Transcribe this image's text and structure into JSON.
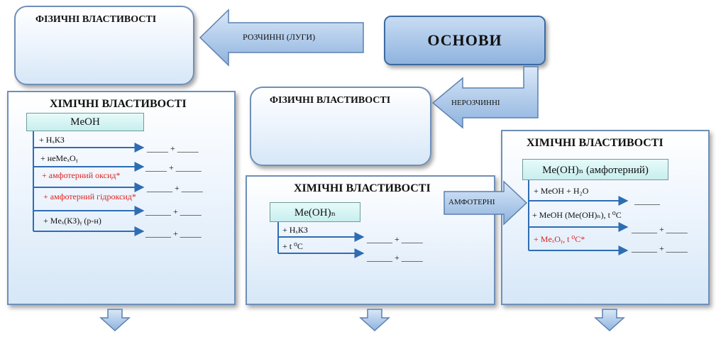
{
  "top_left": {
    "title": "ФІЗИЧНІ ВЛАСТИВОСТІ"
  },
  "arrow_soluble": {
    "label": "РОЗЧИННІ (ЛУГИ)"
  },
  "main": {
    "title": "ОСНОВИ"
  },
  "arrow_insoluble": {
    "label": "НЕРОЗЧИННІ"
  },
  "middle_physical": {
    "title": "ФІЗИЧНІ ВЛАСТИВОСТІ"
  },
  "arrow_amphoteric": {
    "label": "АМФОТЕРНІ"
  },
  "left_chem": {
    "title": "ХІМІЧНІ ВЛАСТИВОСТІ",
    "formula": "MeOH",
    "items": [
      {
        "text": "+ HₓКЗ",
        "color": "#111111"
      },
      {
        "text": "+ неMeₓOᵧ",
        "color": "#111111"
      },
      {
        "text": "+ амфотерний оксид*",
        "color": "#e0201c"
      },
      {
        "text": "+ амфотерний гідроксид*",
        "color": "#e0201c"
      },
      {
        "text": "+ Meₓ(КЗ)ᵧ (р-н)",
        "color": "#111111"
      }
    ],
    "blanks": [
      "_____ + _____",
      "_____ + ______",
      "______ + _____",
      "______ + _____",
      "______ + _____"
    ]
  },
  "middle_chem": {
    "title": "ХІМІЧНІ ВЛАСТИВОСТІ",
    "formula": "Me(OH)ₙ",
    "items": [
      {
        "text": "+ HₓКЗ",
        "color": "#111111"
      },
      {
        "text": "+ t ⁰C",
        "color": "#111111"
      }
    ],
    "blanks": [
      "______ + _____",
      "______ + _____"
    ]
  },
  "right_chem": {
    "title": "ХІМІЧНІ ВЛАСТИВОСТІ",
    "formula": "Me(OH)ₙ (амфотерний)",
    "items": [
      {
        "text": "+ MeOH + H₂O",
        "color": "#111111"
      },
      {
        "text": "+ MeOH (Me(OH)ₙ), t ⁰C",
        "color": "#111111"
      },
      {
        "text": "+ MeₓOᵧ, t ⁰C*",
        "color": "#e0201c"
      }
    ],
    "blanks": [
      "______",
      "______ + _____",
      "______ + _____"
    ]
  },
  "colors": {
    "panel_border": "#6f8fb8",
    "arrow_fill": "#9fc0e6",
    "line": "#2f6db3",
    "accent_red": "#e0201c"
  }
}
